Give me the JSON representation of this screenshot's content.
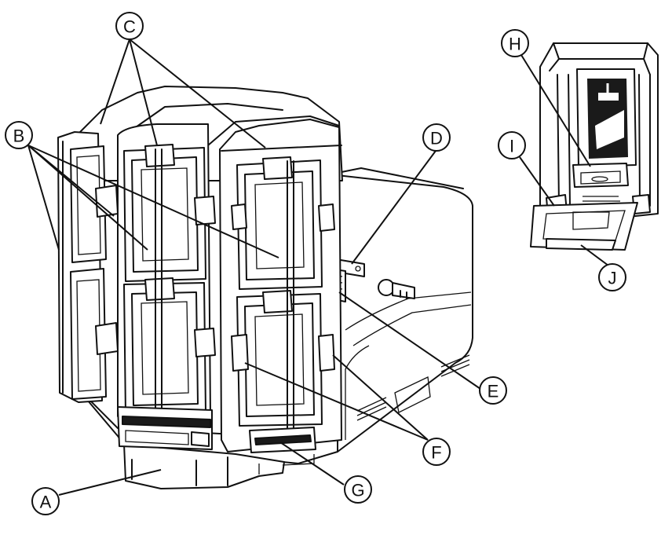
{
  "callouts": {
    "A": "A",
    "B": "B",
    "C": "C",
    "D": "D",
    "E": "E",
    "F": "F",
    "G": "G",
    "H": "H",
    "I": "I",
    "J": "J"
  }
}
